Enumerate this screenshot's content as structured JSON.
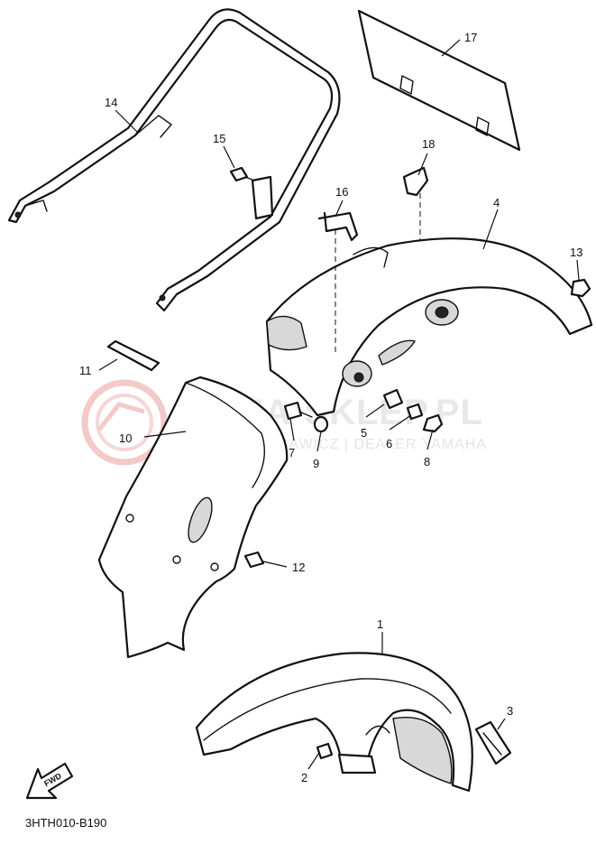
{
  "diagram": {
    "callouts": {
      "c1": "1",
      "c2": "2",
      "c3": "3",
      "c4": "4",
      "c5": "5",
      "c6": "6",
      "c7": "7",
      "c8": "8",
      "c9": "9",
      "c10": "10",
      "c11": "11",
      "c12": "12",
      "c13": "13",
      "c14": "14",
      "c15": "15",
      "c16": "16",
      "c17": "17",
      "c18": "18"
    },
    "fwd_label": "FWD",
    "drawing_code": "3HTH010-B190"
  },
  "watermark": {
    "main": "YAMA-SKLEP.PL",
    "sub": "WOJCIECH SAWICZ | DEALER YAMAHA",
    "logo_color": "#f3c9c9",
    "text_color": "#e6e6e6"
  }
}
